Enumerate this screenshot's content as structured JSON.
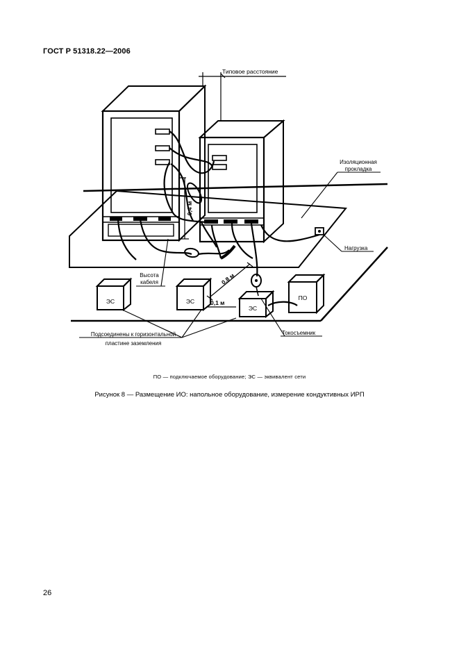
{
  "header": {
    "standard": "ГОСТ Р 51318.22—2006"
  },
  "figure": {
    "labels": {
      "typical_distance": "Типовое расстояние",
      "insulating_pad_line1": "Изоляционная",
      "insulating_pad_line2": "прокладка",
      "load": "Нагрузка",
      "cable_height_line1": "Высота",
      "cable_height_line2": "кабеля",
      "bonded_line1": "Подсоединены к горизонтальной",
      "bonded_line2": "пластине заземления",
      "current_probe": "Токосъемник",
      "dim_04m": "0,4 м",
      "dim_08m": "0,8 м",
      "dim_01m": "0,1 м",
      "es": "ЭС",
      "po": "ПО"
    }
  },
  "legend": "ПО — подключаемое оборудование;  ЭС — эквивалент сети",
  "caption": "Рисунок 8 — Размещение ИО: напольное оборудование, измерение кондуктивных ИРП",
  "page_number": "26"
}
